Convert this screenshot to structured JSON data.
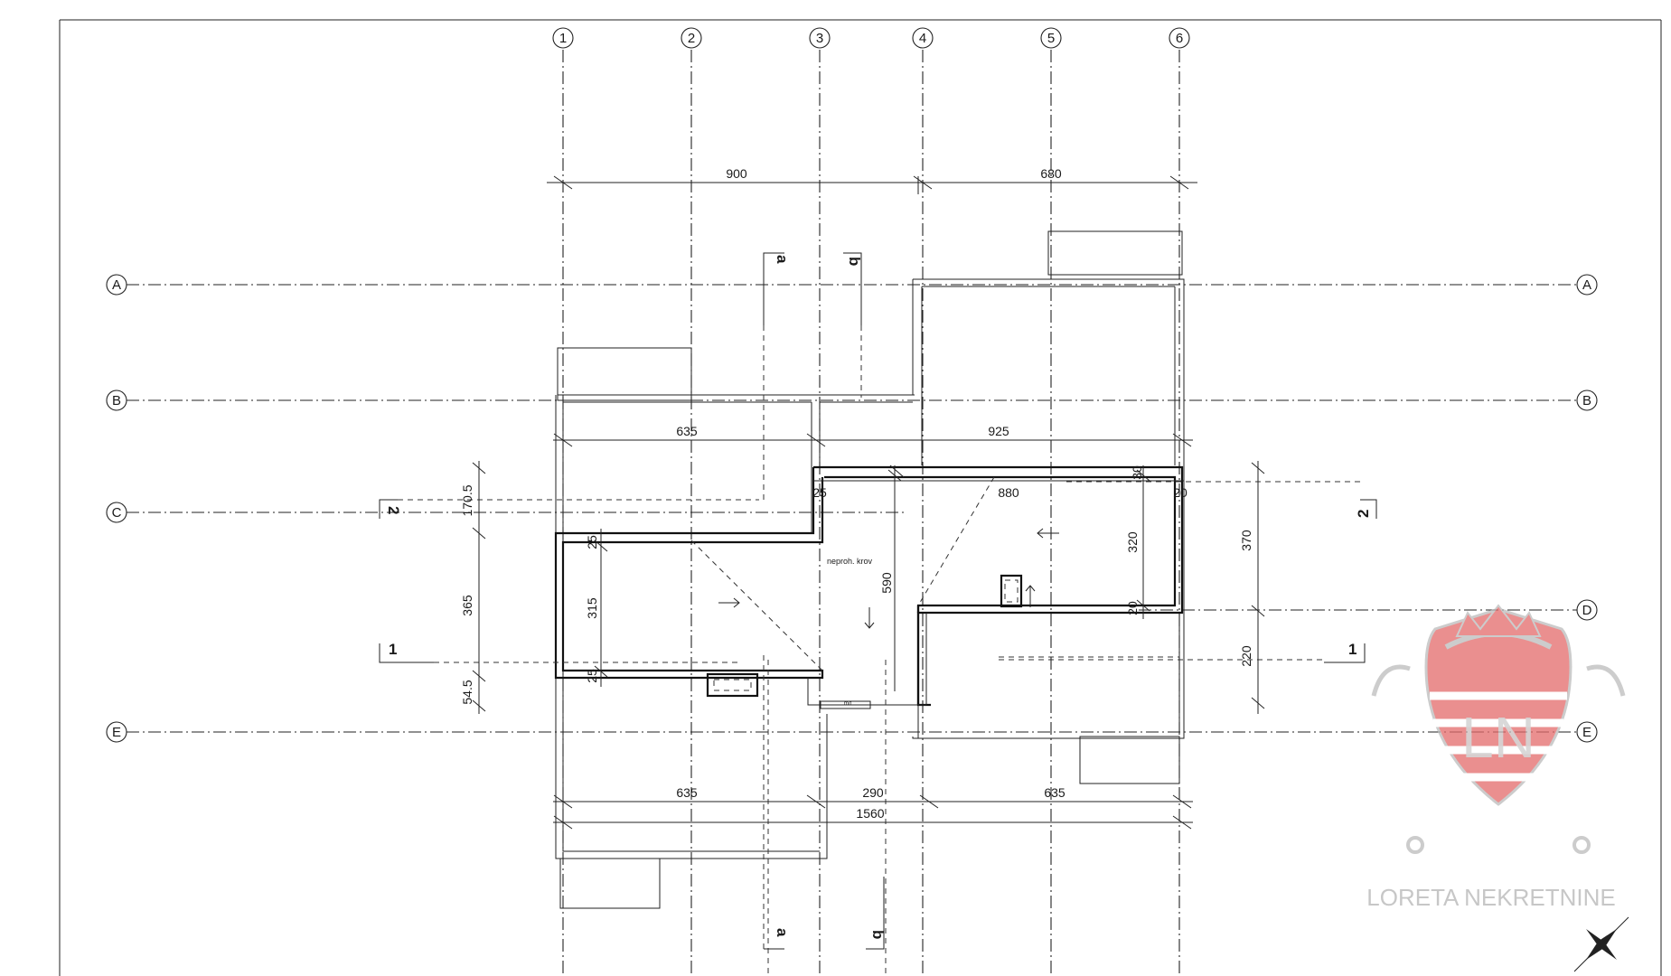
{
  "grid": {
    "columns": [
      "1",
      "2",
      "3",
      "4",
      "5",
      "6"
    ],
    "rows": [
      "A",
      "B",
      "C",
      "D",
      "E"
    ]
  },
  "dimensions": {
    "top_left": "900",
    "top_right": "680",
    "upper_left_635": "635",
    "upper_right_925": "925",
    "inner_880": "880",
    "wall_25_c": "25",
    "wall_30": "30",
    "wall_20_top": "20",
    "wall_20_bottom": "20",
    "wall_25_upper": "25",
    "wall_25_lower": "25",
    "height_315": "315",
    "height_590": "590",
    "height_320": "320",
    "left_170_5": "170.5",
    "left_365": "365",
    "left_54_5": "54.5",
    "right_370": "370",
    "right_220": "220",
    "bottom_635_left": "635",
    "bottom_290": "290",
    "bottom_635_right": "635",
    "bottom_total": "1560"
  },
  "labels": {
    "roof_note": "neproh. krov",
    "section_a": "a",
    "section_b": "b",
    "section_1": "1",
    "section_2": "2",
    "small_symbol": "m/t"
  },
  "watermark": {
    "company": "LORETA NEKRETNINE",
    "monogram": "LN"
  },
  "colors": {
    "line": "#111111",
    "watermark_red": "#e36a6a",
    "watermark_gray": "#bcbcbc"
  }
}
